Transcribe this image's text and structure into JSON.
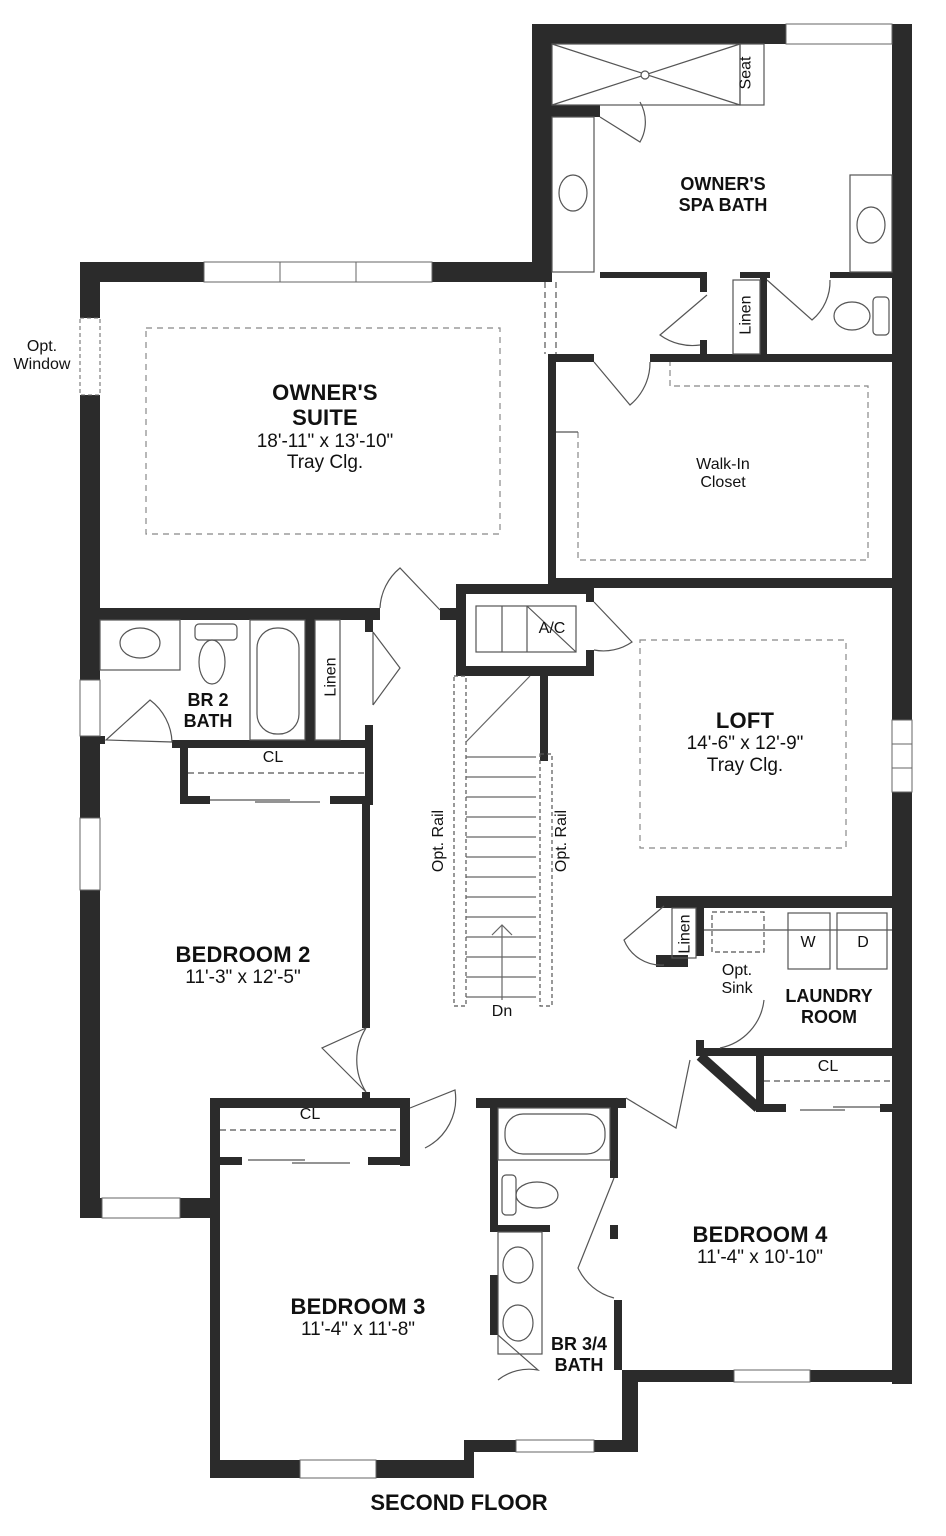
{
  "plan": {
    "title": "SECOND FLOOR",
    "wall_color": "#2b2b2b",
    "fixture_line_color": "#555555",
    "background": "#ffffff"
  },
  "rooms": {
    "owners_spa_bath": {
      "name_line1": "OWNER'S",
      "name_line2": "SPA BATH"
    },
    "owners_suite": {
      "name_line1": "OWNER'S",
      "name_line2": "SUITE",
      "dimensions": "18'-11\" x 13'-10\"",
      "ceiling": "Tray Clg."
    },
    "walk_in_closet": {
      "name_line1": "Walk-In",
      "name_line2": "Closet"
    },
    "br2_bath": {
      "name_line1": "BR 2",
      "name_line2": "BATH"
    },
    "loft": {
      "name": "LOFT",
      "dimensions": "14'-6\" x 12'-9\"",
      "ceiling": "Tray Clg."
    },
    "bedroom2": {
      "name": "BEDROOM 2",
      "dimensions": "11'-3\" x 12'-5\""
    },
    "laundry_room": {
      "name_line1": "LAUNDRY",
      "name_line2": "ROOM"
    },
    "bedroom3": {
      "name": "BEDROOM 3",
      "dimensions": "11'-4\" x 11'-8\""
    },
    "bedroom4": {
      "name": "BEDROOM 4",
      "dimensions": "11'-4\" x 10'-10\""
    },
    "br34_bath": {
      "name_line1": "BR 3/4",
      "name_line2": "BATH"
    }
  },
  "labels": {
    "seat": "Seat",
    "linen_spa": "Linen",
    "linen_br2": "Linen",
    "linen_laundry": "Linen",
    "opt_window_line1": "Opt.",
    "opt_window_line2": "Window",
    "ac": "A/C",
    "opt_rail_left": "Opt. Rail",
    "opt_rail_right": "Opt. Rail",
    "stairs_dn": "Dn",
    "opt_sink_line1": "Opt.",
    "opt_sink_line2": "Sink",
    "washer": "W",
    "dryer": "D",
    "cl_br2": "CL",
    "cl_br3": "CL",
    "cl_br4": "CL"
  }
}
